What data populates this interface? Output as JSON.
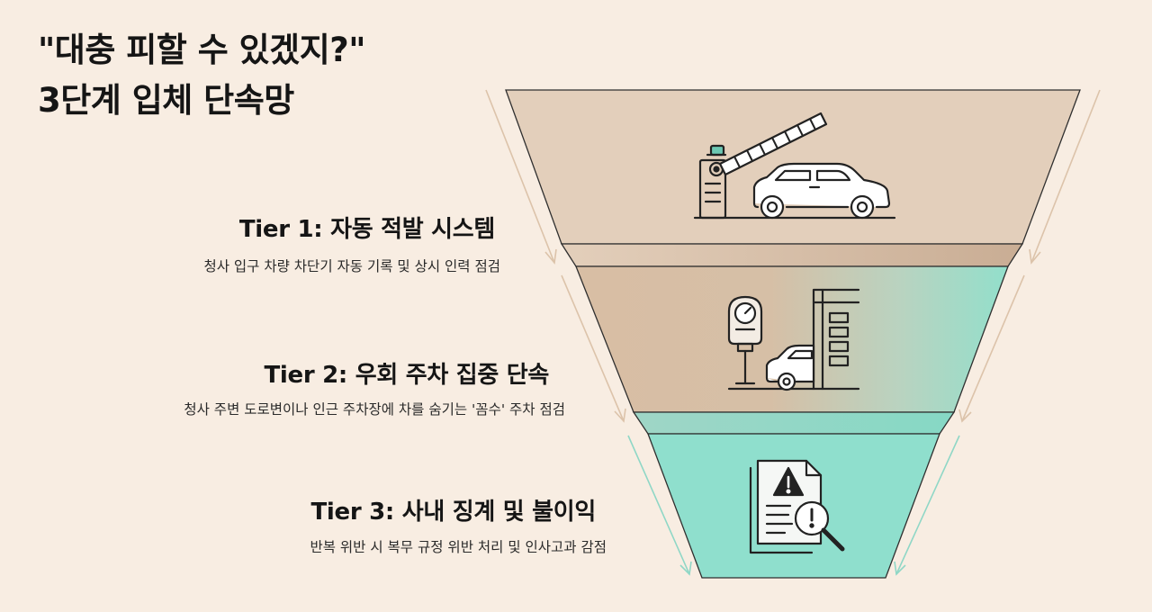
{
  "title": {
    "line1": "\"대충 피할 수 있겠지?\"",
    "line2": "3단계 입체 단속망"
  },
  "tiers": [
    {
      "label": "Tier 1: 자동 적발 시스템",
      "description": "청사 입구 차량 차단기 자동 기록 및 상시 인력 점검",
      "icon": "barrier-car-icon",
      "color": "#e4d0bc"
    },
    {
      "label": "Tier 2: 우회 주차 집중 단속",
      "description": "청사 주변 도로변이나 인근 주차장에 차를 숨기는 '꼼수' 주차 점검",
      "icon": "parking-meter-building-icon",
      "color": "#d9bfa6"
    },
    {
      "label": "Tier 3: 사내 징계 및 불이익",
      "description": "반복 위반 시 복무 규정 위반 처리 및 인사고과 감점",
      "icon": "warning-document-search-icon",
      "color": "#8fdfcd"
    }
  ]
}
